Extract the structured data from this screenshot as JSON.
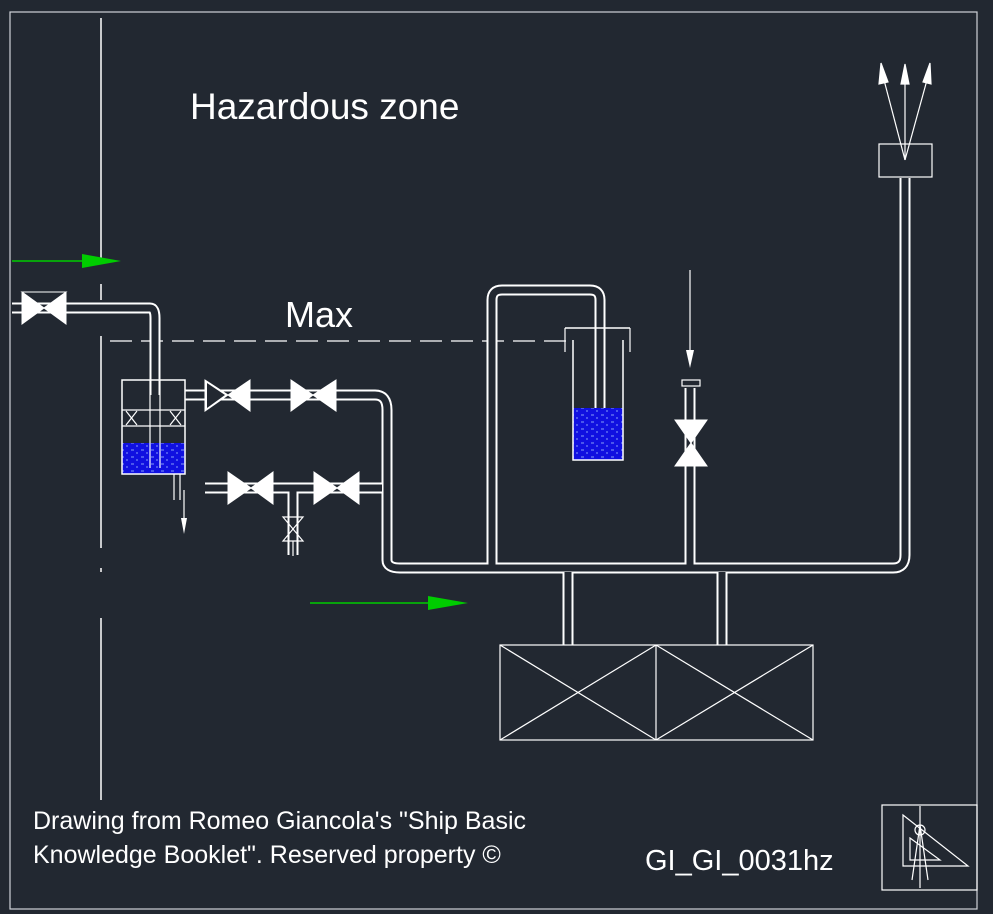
{
  "labels": {
    "zone_title": "Hazardous zone",
    "max_level": "Max",
    "credit_line1": "Drawing from Romeo Giancola's \"Ship Basic",
    "credit_line2": "Knowledge Booklet\". Reserved property ©",
    "drawing_code": "GI_GI_0031hz"
  },
  "colors": {
    "background": "#222831",
    "line": "#ffffff",
    "flow_arrow": "#00cc00",
    "water": "#1010e0"
  },
  "icons": {
    "logo": "drafting-compass-icon"
  }
}
